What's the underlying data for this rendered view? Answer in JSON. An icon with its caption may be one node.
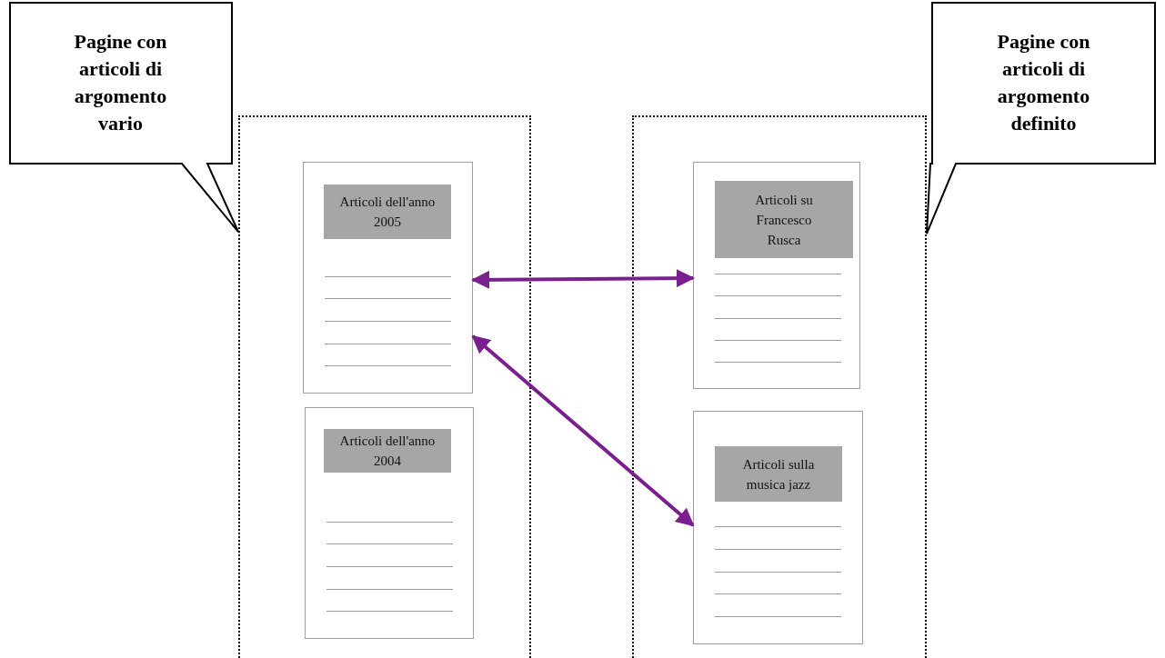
{
  "diagram": {
    "nodes": [
      {
        "text": [
          "Pagine con articoli di argomento vario"
        ]
      },
      {
        "text": [],
        "shape": "box"
      },
      {
        "text": [
          "Articoli dell'anno 2005"
        ],
        "in": 1
      },
      {
        "text": [
          "Articoli dell'anno 2004"
        ],
        "in": 1
      },
      {
        "text": [
          "Pagine con articoli di argomento definito"
        ]
      },
      {
        "text": [],
        "shape": "box"
      },
      {
        "text": [
          "Articoli su Francesco Rusca"
        ],
        "in": 5
      },
      {
        "text": [
          "Articoli sulla musica jazz"
        ],
        "in": 5
      }
    ],
    "edges": [
      {
        "from": 2,
        "to": 6,
        "arrow": "both",
        "color": "#7a1f8e"
      },
      {
        "from": 2,
        "to": 7,
        "arrow": "both",
        "color": "#7a1f8e"
      }
    ]
  }
}
